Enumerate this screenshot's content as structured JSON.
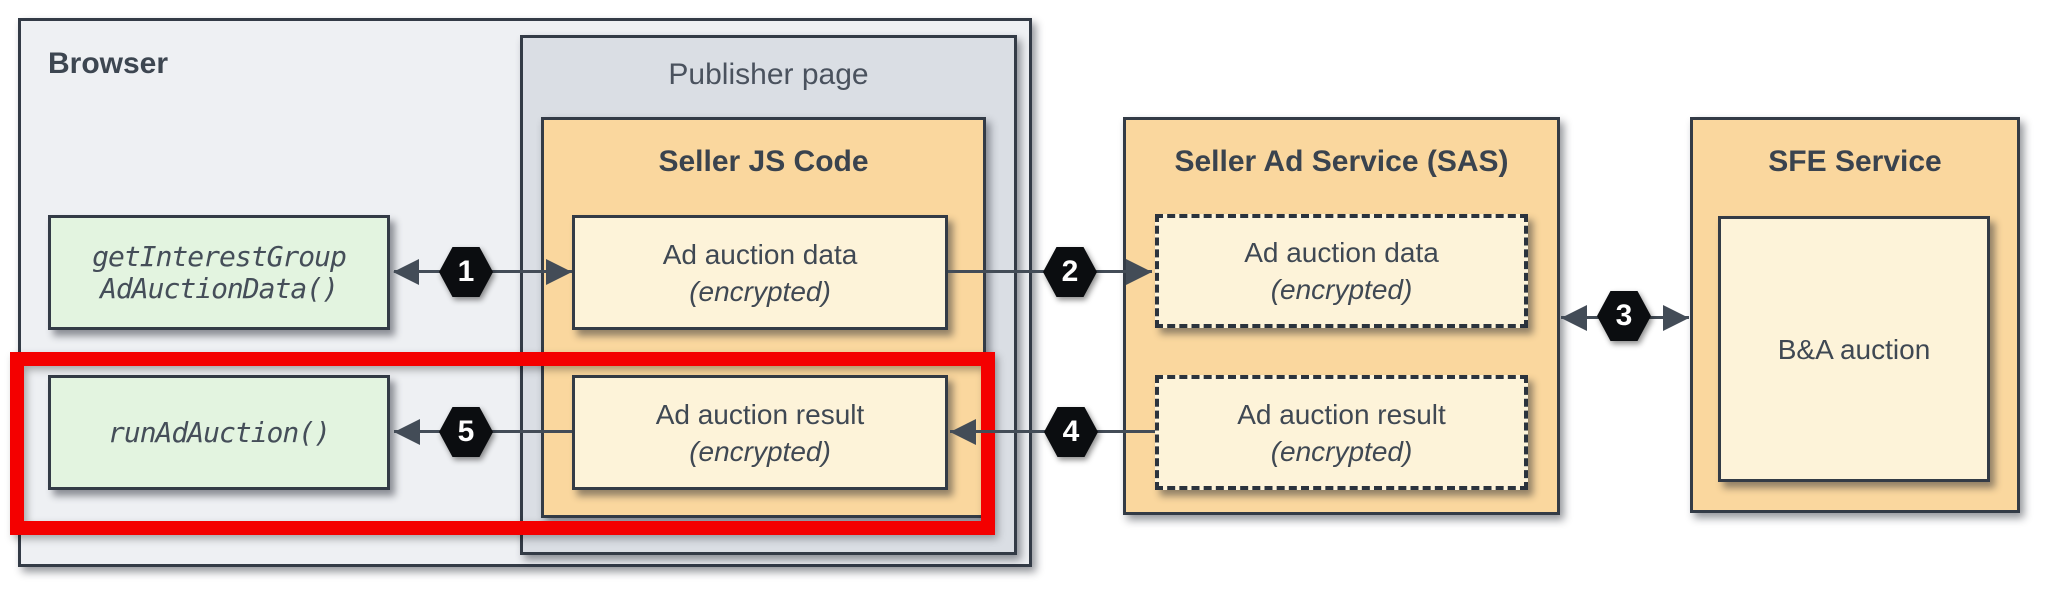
{
  "browser": {
    "label": "Browser"
  },
  "publisher": {
    "label": "Publisher page"
  },
  "seller_js": {
    "title": "Seller JS Code",
    "data_box": {
      "line1": "Ad auction data",
      "line2": "(encrypted)"
    },
    "result_box": {
      "line1": "Ad auction result",
      "line2": "(encrypted)"
    }
  },
  "browser_apis": {
    "get_data": {
      "line1": "getInterestGroup",
      "line2": "AdAuctionData()"
    },
    "run_auction": {
      "line1": "runAdAuction()"
    }
  },
  "sas": {
    "title": "Seller Ad Service (SAS)",
    "data_box": {
      "line1": "Ad auction data",
      "line2": "(encrypted)"
    },
    "result_box": {
      "line1": "Ad auction result",
      "line2": "(encrypted)"
    }
  },
  "sfe": {
    "title": "SFE Service",
    "auction_box": {
      "label": "B&A auction"
    }
  },
  "steps": {
    "s1": "1",
    "s2": "2",
    "s3": "3",
    "s4": "4",
    "s5": "5"
  },
  "colors": {
    "canvas_bg": "#ffffff",
    "browser_bg": "#eef0f3",
    "publisher_bg": "#dadee4",
    "container_orange": "#fad79e",
    "inner_cream": "#fdf3d9",
    "api_green": "#e3f4e0",
    "border_dark": "#333b46",
    "text_dark": "#3d4651",
    "arrow": "#434c57",
    "badge_bg": "#0b0d10",
    "badge_text": "#ffffff",
    "highlight_red": "#f40000"
  }
}
